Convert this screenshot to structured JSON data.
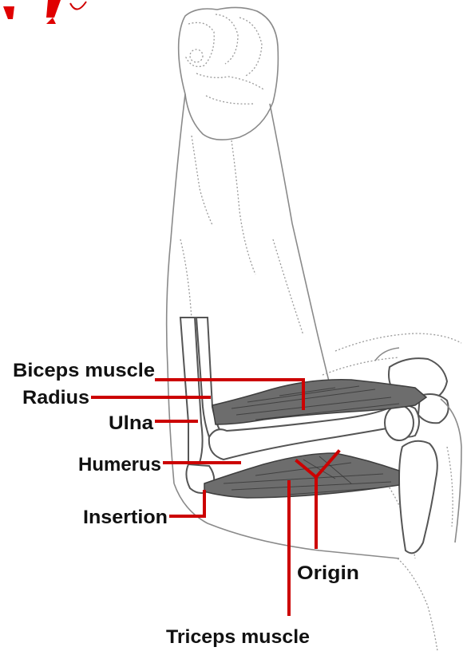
{
  "diagram": {
    "labels": {
      "biceps": "Biceps muscle",
      "radius": "Radius",
      "ulna": "Ulna",
      "humerus": "Humerus",
      "insertion": "Insertion",
      "origin": "Origin",
      "triceps": "Triceps muscle"
    },
    "colors": {
      "pointer": "#cc0000",
      "title_fragment": "#e00000",
      "muscle": "#6d6d6d",
      "outline": "#8a8a8a"
    }
  }
}
